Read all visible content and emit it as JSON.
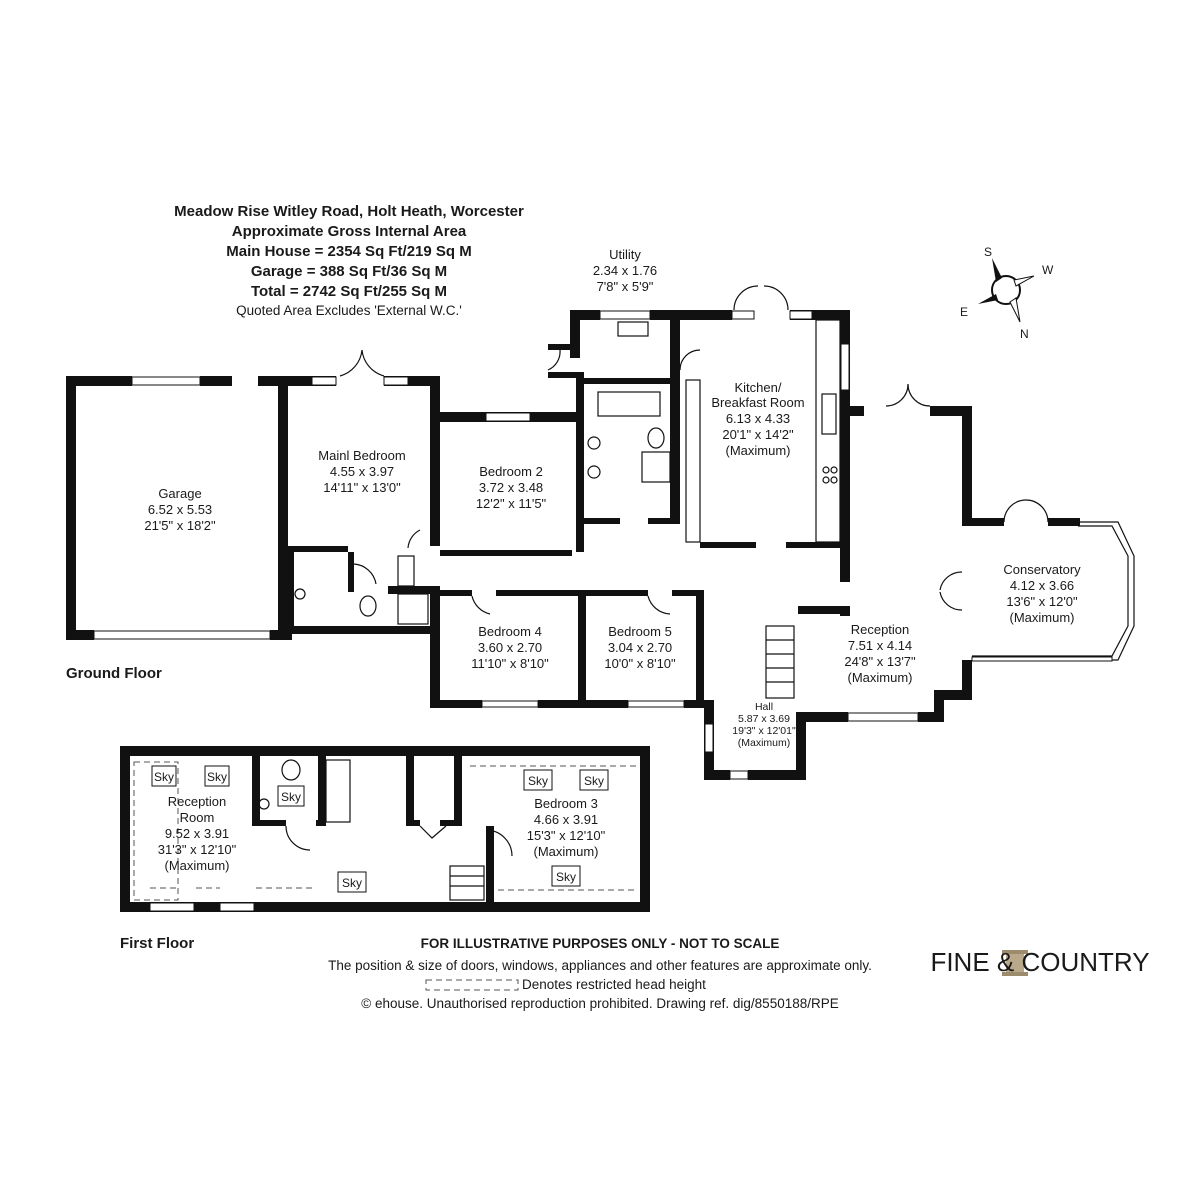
{
  "header": {
    "address": "Meadow Rise Witley Road, Holt Heath, Worcester",
    "area_title": "Approximate Gross Internal Area",
    "main_house": "Main House = 2354 Sq Ft/219 Sq M",
    "garage": "Garage = 388 Sq Ft/36 Sq M",
    "total": "Total = 2742 Sq Ft/255 Sq M",
    "note": "Quoted Area Excludes 'External W.C.'"
  },
  "compass": {
    "s": "S",
    "w": "W",
    "e": "E",
    "n": "N"
  },
  "ground_floor": {
    "label": "Ground Floor",
    "rooms": {
      "utility": {
        "name": "Utility",
        "metric": "2.34 x 1.76",
        "imperial": "7'8\" x 5'9\""
      },
      "kitchen": {
        "name1": "Kitchen/",
        "name2": "Breakfast Room",
        "metric": "6.13 x 4.33",
        "imperial": "20'1\" x 14'2\"",
        "note": "(Maximum)"
      },
      "garage": {
        "name": "Garage",
        "metric": "6.52 x 5.53",
        "imperial": "21'5\" x 18'2\""
      },
      "main_bedroom": {
        "name": "Mainl Bedroom",
        "metric": "4.55 x 3.97",
        "imperial": "14'11\" x 13'0\""
      },
      "bedroom2": {
        "name": "Bedroom 2",
        "metric": "3.72 x 3.48",
        "imperial": "12'2\" x 11'5\""
      },
      "bedroom4": {
        "name": "Bedroom 4",
        "metric": "3.60 x 2.70",
        "imperial": "11'10\" x 8'10\""
      },
      "bedroom5": {
        "name": "Bedroom 5",
        "metric": "3.04 x 2.70",
        "imperial": "10'0\" x 8'10\""
      },
      "conservatory": {
        "name": "Conservatory",
        "metric": "4.12 x 3.66",
        "imperial": "13'6\" x 12'0\"",
        "note": "(Maximum)"
      },
      "reception": {
        "name": "Reception",
        "metric": "7.51 x 4.14",
        "imperial": "24'8\" x 13'7\"",
        "note": "(Maximum)"
      },
      "hall": {
        "name": "Hall",
        "metric": "5.87 x 3.69",
        "imperial": "19'3\" x 12'01\"",
        "note": "(Maximum)"
      }
    }
  },
  "first_floor": {
    "label": "First Floor",
    "sky_label": "Sky",
    "rooms": {
      "reception_room": {
        "name1": "Reception",
        "name2": "Room",
        "metric": "9.52 x 3.91",
        "imperial": "31'3\" x 12'10\"",
        "note": "(Maximum)"
      },
      "bedroom3": {
        "name": "Bedroom 3",
        "metric": "4.66 x 3.91",
        "imperial": "15'3\" x 12'10\"",
        "note": "(Maximum)"
      }
    }
  },
  "footer": {
    "disclaimer": "FOR ILLUSTRATIVE PURPOSES ONLY - NOT TO SCALE",
    "position_note": "The position & size of doors, windows, appliances and other features are approximate only.",
    "legend": "Denotes restricted head height",
    "copyright": "© ehouse. Unauthorised reproduction prohibited. Drawing ref. dig/8550188/RPE"
  },
  "logo": {
    "text": "FINE & COUNTRY"
  }
}
